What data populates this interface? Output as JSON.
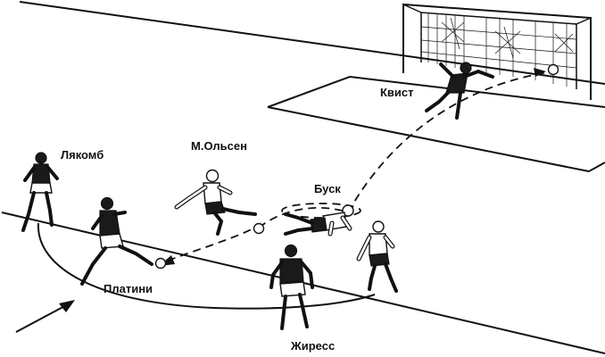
{
  "players": {
    "lyakomb": "Лякомб",
    "olsen": "М.Ольсен",
    "busk": "Буск",
    "kvist": "Квист",
    "platini": "Платини",
    "zhiress": "Жиресс"
  }
}
